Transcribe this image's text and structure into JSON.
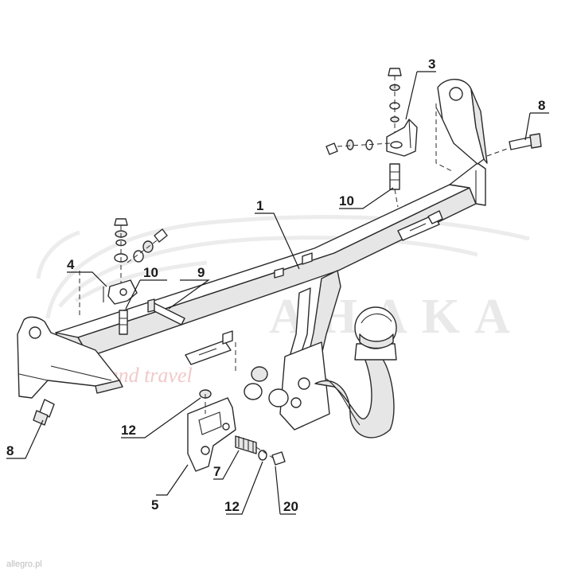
{
  "watermark": {
    "brand": "AHAKA",
    "tagline": "hack and travel",
    "corner": "allegro.pl"
  },
  "callouts": [
    {
      "id": "c1",
      "label": "1"
    },
    {
      "id": "c3",
      "label": "3"
    },
    {
      "id": "c4",
      "label": "4"
    },
    {
      "id": "c5",
      "label": "5"
    },
    {
      "id": "c7",
      "label": "7"
    },
    {
      "id": "c8a",
      "label": "8"
    },
    {
      "id": "c8b",
      "label": "8"
    },
    {
      "id": "c9",
      "label": "9"
    },
    {
      "id": "c10a",
      "label": "10"
    },
    {
      "id": "c10b",
      "label": "10"
    },
    {
      "id": "c12a",
      "label": "12"
    },
    {
      "id": "c12b",
      "label": "12"
    },
    {
      "id": "c20",
      "label": "20"
    }
  ]
}
